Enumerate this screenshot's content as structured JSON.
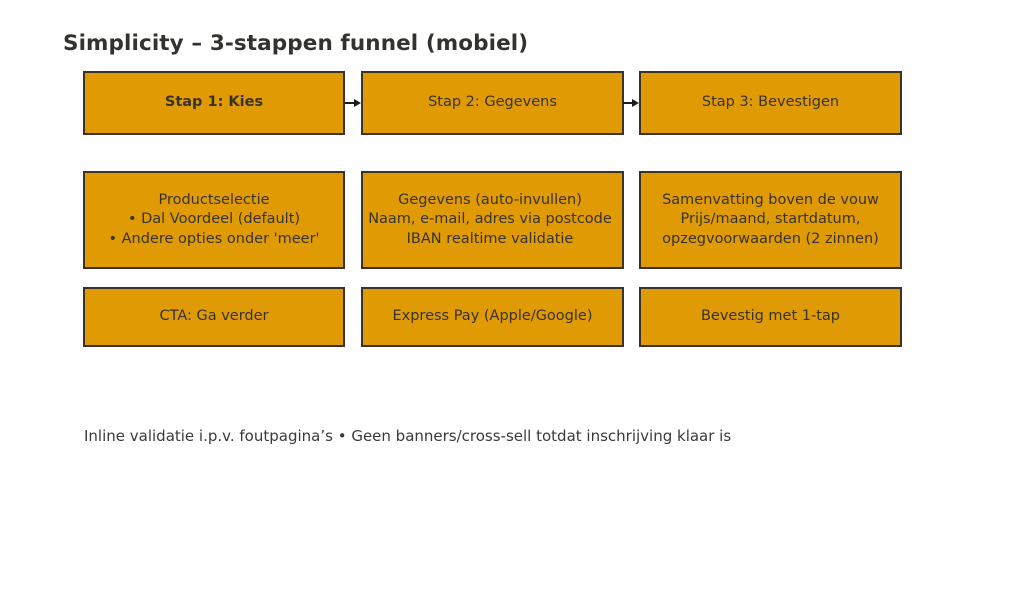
{
  "title": "Simplicity – 3-stappen funnel (mobiel)",
  "theme": {
    "background": "#ffffff",
    "box_fill": "#e09a04",
    "box_border": "#3b3326",
    "box_text": "#37332c",
    "title_text": "#33322f",
    "arrow": "#1d1d1d",
    "footnote_text": "#3a3a3a"
  },
  "steps": [
    {
      "header": "Stap 1: Kies",
      "header_bold": true,
      "detail": "Productselectie\n• Dal Voordeel (default)\n• Andere opties onder 'meer'",
      "cta": "CTA: Ga verder"
    },
    {
      "header": "Stap 2: Gegevens",
      "header_bold": false,
      "detail": "Gegevens (auto-invullen)\nNaam, e-mail, adres via postcode\nIBAN realtime validatie",
      "cta": "Express Pay (Apple/Google)"
    },
    {
      "header": "Stap 3: Bevestigen",
      "header_bold": false,
      "detail": "Samenvatting boven de vouw\nPrijs/maand, startdatum,\nopzegvoorwaarden (2 zinnen)",
      "cta": "Bevestig met 1-tap"
    }
  ],
  "connectors": [
    {
      "name": "arrow-step1-to-step2",
      "glyph": "arrow-right-icon"
    },
    {
      "name": "arrow-step2-to-step3",
      "glyph": "arrow-right-icon"
    }
  ],
  "footnote": "Inline validatie i.p.v. foutpagina’s • Geen banners/cross-sell totdat inschrijving klaar is"
}
